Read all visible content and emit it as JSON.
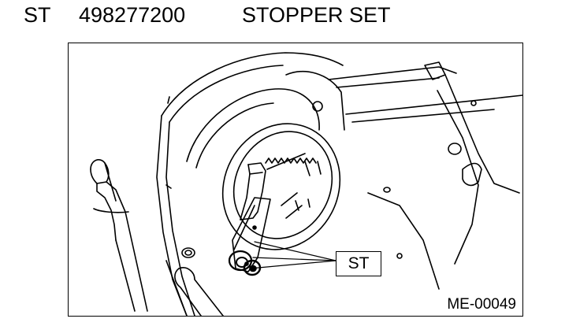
{
  "header": {
    "tool_code": "ST",
    "part_number": "498277200",
    "tool_name": "STOPPER SET"
  },
  "figure": {
    "callout_label": "ST",
    "figure_id": "ME-00049"
  }
}
